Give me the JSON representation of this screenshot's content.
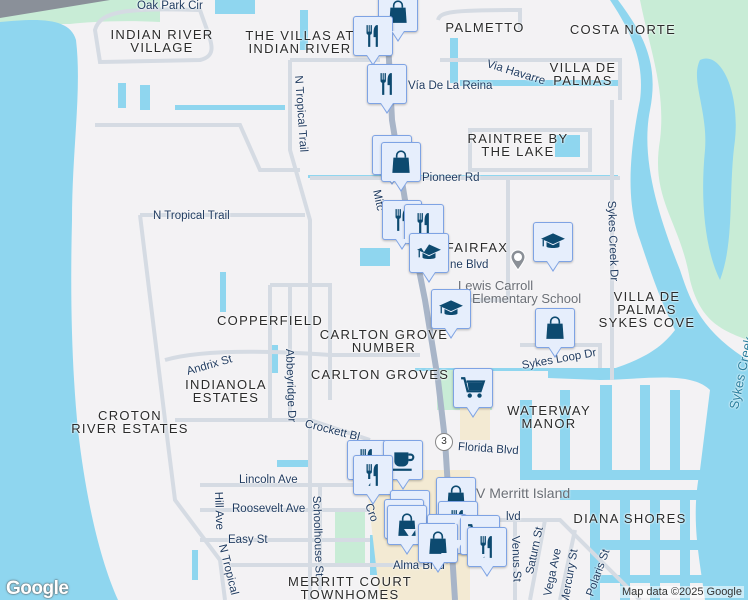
{
  "map": {
    "colors": {
      "land": "#f3f2f4",
      "water": "#8fd6ef",
      "park": "#c8ecd6",
      "road": "#d5dbe3",
      "highway": "#a8b5c8",
      "commercial": "#f3ead3",
      "marker_fill": "#e6eefc",
      "marker_border": "#7ea3e4",
      "marker_icon": "#0d4a70"
    },
    "areas": {
      "indian_river_village": [
        "INDIAN RIVER",
        "VILLAGE"
      ],
      "villas_indian_river": [
        "THE VILLAS AT",
        "INDIAN RIVER"
      ],
      "palmetto": "PALMETTO",
      "costa_norte": "COSTA NORTE",
      "villa_de_palmas": [
        "VILLA DE",
        "PALMAS"
      ],
      "raintree": [
        "RAINTREE BY",
        "THE LAKE"
      ],
      "fairfax": "FAIRFAX",
      "villa_de_palmas_sykes_cove": [
        "VILLA DE",
        "PALMAS",
        "SYKES COVE"
      ],
      "copperfield": "COPPERFIELD",
      "carlton_grove_number": [
        "CARLTON GROVE",
        "NUMBER"
      ],
      "carlton_groves": "CARLTON GROVES",
      "indianola_estates": [
        "INDIANOLA",
        "ESTATES"
      ],
      "waterway_manor": [
        "WATERWAY",
        "MANOR"
      ],
      "croton_river_estates": [
        "CROTON",
        "RIVER ESTATES"
      ],
      "diana_shores": "DIANA SHORES",
      "merritt_court": [
        "MERRITT COURT",
        "TOWNHOMES"
      ]
    },
    "roads": {
      "oak_park": "Oak Park Cir",
      "via_havarre": "Via Havarre",
      "via_de_la_reina": "Vía De La Reina",
      "n_tropical_vertical": "N Tropical Trail",
      "pioneer": "Pioneer Rd",
      "mitc": "Mitc",
      "n_tropical_horizontal": "N Tropical Trail",
      "sykes_creek_dr": "Sykes Creek Dr",
      "ne_blvd": "ne Blvd",
      "andrix": "Andrix St",
      "abbeyridge": "Abbeyridge Dr",
      "sykes_loop": "Sykes Loop Dr",
      "sykes_creek": "Sykes Creek",
      "crockett": "Crockett Bl",
      "route_shield": "3",
      "florida": "Florida Blvd",
      "lincoln": "Lincoln Ave",
      "hill": "Hill Ave",
      "roosevelt": "Roosevelt Ave",
      "schoolhouse": "Schoolhouse St",
      "cro": "Cro",
      "lvd": "lvd",
      "easy": "Easy St",
      "venus": "Venus St",
      "saturn": "Saturn St",
      "vega": "Vega Ave",
      "mercury": "Mercury St",
      "polaris": "Polaris St",
      "n_tropical_south": "N Tropical",
      "alma": "Alma Blvd"
    },
    "pois": {
      "school_name": "Lewis Carroll",
      "school_name2": "Elementary School",
      "merritt_island": "V Merritt Island"
    },
    "markers": [
      "shopping-bag",
      "restaurant",
      "restaurant",
      "shopping-bag",
      "shopping-bag",
      "restaurant",
      "restaurant",
      "school",
      "school",
      "school",
      "shopping-bag",
      "shopping-cart",
      "restaurant",
      "coffee",
      "restaurant",
      "restaurant",
      "shopping-bag",
      "shopping-bag",
      "shopping-bag",
      "restaurant",
      "restaurant",
      "shopping-cart",
      "shopping-bag",
      "restaurant"
    ],
    "logo": "Google",
    "attribution": "Map data ©2025 Google"
  }
}
